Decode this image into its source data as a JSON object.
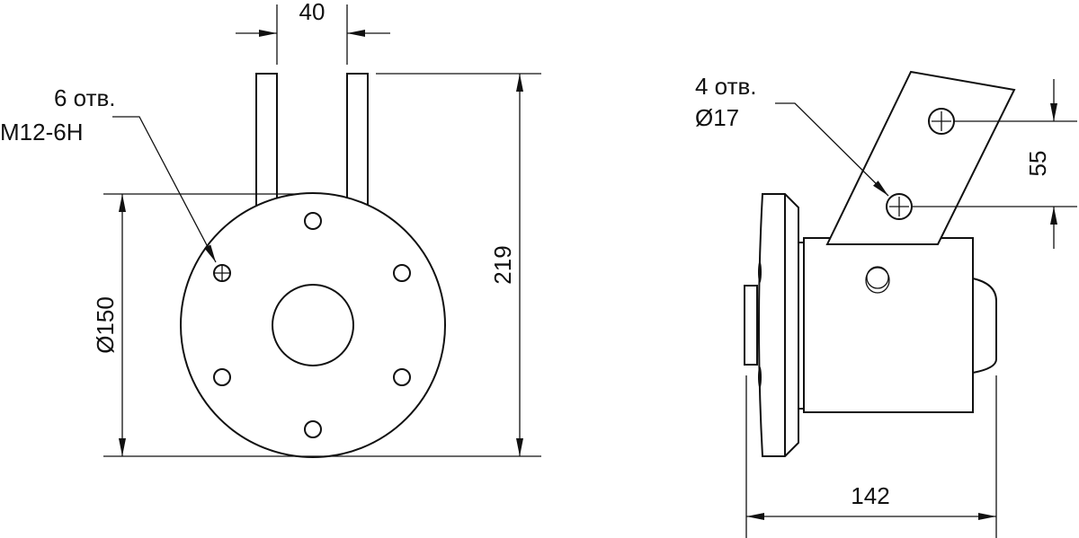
{
  "front_view": {
    "dim_width": "40",
    "dim_height": "219",
    "dim_diameter": "Ø150",
    "holes_note_line1": "6 отв.",
    "holes_note_line2": "M12-6H"
  },
  "side_view": {
    "holes_note_line1": "4 отв.",
    "holes_note_line2": "Ø17",
    "dim_hole_spacing": "55",
    "dim_length": "142"
  }
}
